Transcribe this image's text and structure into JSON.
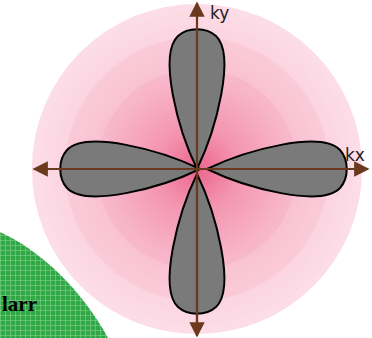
{
  "diagram": {
    "labels": [
      "ky",
      "kx",
      "larr"
    ]
  }
}
